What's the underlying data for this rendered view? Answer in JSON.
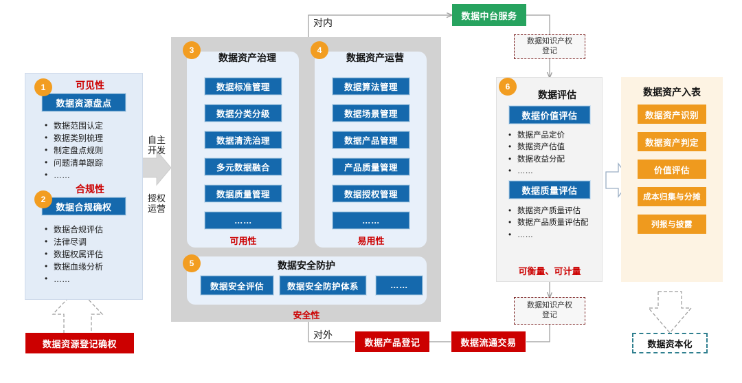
{
  "meta": {
    "colors": {
      "blue": "#1569ad",
      "orange": "#ef9a1e",
      "red": "#cc0000",
      "green": "#27a35f",
      "badge": "#f29d21",
      "panel_gray": "#d0d0d0",
      "left_panel": "#e3ecf7",
      "card_blue": "#e8f0fa",
      "eval_panel": "#f3f3f3",
      "table_panel": "#fdf3e3",
      "teal": "#2f7f8f"
    }
  },
  "flow_labels": {
    "internal": "对内",
    "external": "对外",
    "self_dev": "自主\n开发",
    "self_dev_l1": "自主",
    "self_dev_l2": "开发",
    "licensed_l1": "授权",
    "licensed_l2": "运营"
  },
  "top_service": {
    "label": "数据中台服务"
  },
  "ip_registration_top": {
    "line1": "数据知识产权",
    "line2": "登记"
  },
  "ip_registration_bottom": {
    "line1": "数据知识产权",
    "line2": "登记"
  },
  "left_column": {
    "sections": [
      {
        "badge": "1",
        "heading": "可见性",
        "box": "数据资源盘点",
        "bullets": [
          "数据范围认定",
          "数据类别梳理",
          "制定盘点规则",
          "问题清单跟踪",
          "……"
        ]
      },
      {
        "badge": "2",
        "heading": "合规性",
        "box": "数据合规确权",
        "bullets": [
          "数据合规评估",
          "法律尽调",
          "数据权属评估",
          "数据血缘分析",
          "……"
        ]
      }
    ]
  },
  "center_panel": {
    "cards": [
      {
        "badge": "3",
        "title": "数据资产治理",
        "items": [
          "数据标准管理",
          "数据分类分级",
          "数据清洗治理",
          "多元数据融合",
          "数据质量管理",
          "……"
        ],
        "footer": "可用性"
      },
      {
        "badge": "4",
        "title": "数据资产运营",
        "items": [
          "数据算法管理",
          "数据场景管理",
          "数据产品管理",
          "产品质量管理",
          "数据授权管理",
          "……"
        ],
        "footer": "易用性"
      }
    ],
    "security": {
      "badge": "5",
      "title": "数据安全防护",
      "items": [
        "数据安全评估",
        "数据安全防护体系",
        "……"
      ],
      "footer": "安全性"
    }
  },
  "evaluation_panel": {
    "badge": "6",
    "title": "数据评估",
    "groups": [
      {
        "box": "数据价值评估",
        "bullets": [
          "数据产品定价",
          "数据资产估值",
          "数据收益分配",
          "……"
        ]
      },
      {
        "box": "数据质量评估",
        "bullets": [
          "数据资产质量评估",
          "数据产品质量评估配",
          "……"
        ]
      }
    ],
    "footer": "可衡量、可计量"
  },
  "table_panel": {
    "title": "数据资产入表",
    "items": [
      "数据资产识别",
      "数据资产判定",
      "价值评估",
      "成本归集与分摊",
      "列报与披露"
    ]
  },
  "bottom_boxes": {
    "source_registration": "数据资源登记确权",
    "product_registration": "数据产品登记",
    "circulation_trade": "数据流通交易",
    "capitalization": "数据资本化"
  }
}
